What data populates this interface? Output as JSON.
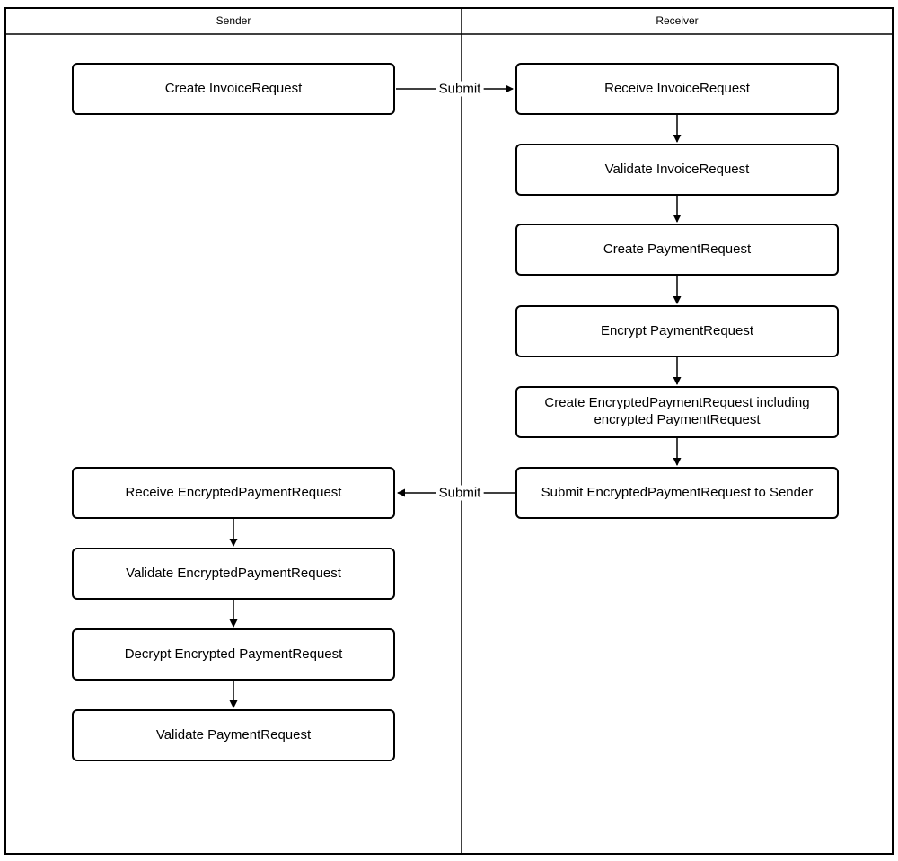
{
  "diagram": {
    "lanes": {
      "sender": {
        "title": "Sender"
      },
      "receiver": {
        "title": "Receiver"
      }
    },
    "nodes": {
      "create_invoice_request": "Create InvoiceRequest",
      "receive_invoice_request": "Receive InvoiceRequest",
      "validate_invoice_request": "Validate InvoiceRequest",
      "create_payment_request": "Create PaymentRequest",
      "encrypt_payment_request": "Encrypt PaymentRequest",
      "create_encrypted_payment_request": "Create EncryptedPaymentRequest including encrypted PaymentRequest",
      "submit_encrypted_payment_request": "Submit EncryptedPaymentRequest to Sender",
      "receive_encrypted_payment_request": "Receive EncryptedPaymentRequest",
      "validate_encrypted_payment_request": "Validate EncryptedPaymentRequest",
      "decrypt_encrypted_payment_request": "Decrypt Encrypted PaymentRequest",
      "validate_payment_request": "Validate PaymentRequest"
    },
    "edges": {
      "submit_invoice_label": "Submit",
      "submit_payment_label": "Submit"
    },
    "colors": {
      "stroke": "#000000",
      "fill": "#ffffff"
    }
  }
}
